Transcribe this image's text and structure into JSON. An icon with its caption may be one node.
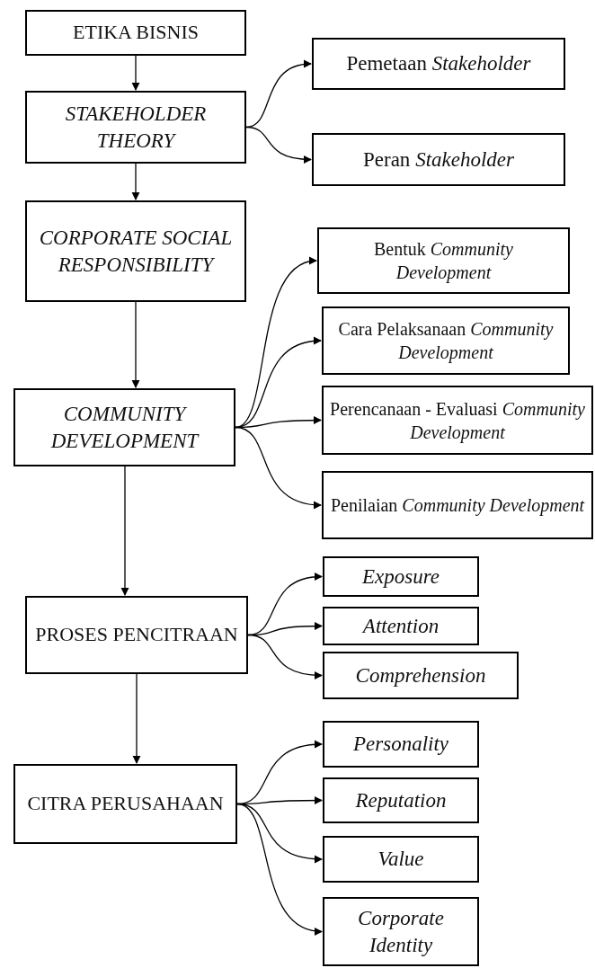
{
  "diagram": {
    "nodes": [
      {
        "text": [
          "ETIKA BISNIS"
        ]
      },
      {
        "text": [
          "STAKEHOLDER THEORY"
        ]
      },
      {
        "text": [
          "Pemetaan *Stakeholder*"
        ]
      },
      {
        "text": [
          "Peran *Stakeholder*"
        ]
      },
      {
        "text": [
          "CORPORATE SOCIAL RESPONSIBILITY"
        ]
      },
      {
        "text": [
          "COMMUNITY DEVELOPMENT"
        ]
      },
      {
        "text": [
          "Bentuk *Community Development*"
        ]
      },
      {
        "text": [
          "Cara Pelaksanaan *Community Development*"
        ]
      },
      {
        "text": [
          "Perencanaan - Evaluasi *Community Development*"
        ]
      },
      {
        "text": [
          "Penilaian *Community Development*"
        ]
      },
      {
        "text": [
          "PROSES PENCITRAAN"
        ]
      },
      {
        "text": [
          "Exposure"
        ]
      },
      {
        "text": [
          "Attention"
        ]
      },
      {
        "text": [
          "Comprehension"
        ]
      },
      {
        "text": [
          "CITRA PERUSAHAAN"
        ]
      },
      {
        "text": [
          "Personality"
        ]
      },
      {
        "text": [
          "Reputation"
        ]
      },
      {
        "text": [
          "Value"
        ]
      },
      {
        "text": [
          "Corporate Identity"
        ]
      }
    ],
    "edges": [
      {
        "from": 0,
        "to": 1,
        "arrow": "to"
      },
      {
        "from": 1,
        "to": 2,
        "arrow": "to"
      },
      {
        "from": 1,
        "to": 3,
        "arrow": "to"
      },
      {
        "from": 1,
        "to": 4,
        "arrow": "to"
      },
      {
        "from": 4,
        "to": 5,
        "arrow": "to"
      },
      {
        "from": 5,
        "to": 6,
        "arrow": "to"
      },
      {
        "from": 5,
        "to": 7,
        "arrow": "to"
      },
      {
        "from": 5,
        "to": 8,
        "arrow": "to"
      },
      {
        "from": 5,
        "to": 9,
        "arrow": "to"
      },
      {
        "from": 5,
        "to": 10,
        "arrow": "to"
      },
      {
        "from": 10,
        "to": 11,
        "arrow": "to"
      },
      {
        "from": 10,
        "to": 12,
        "arrow": "to"
      },
      {
        "from": 10,
        "to": 13,
        "arrow": "to"
      },
      {
        "from": 10,
        "to": 14,
        "arrow": "to"
      },
      {
        "from": 14,
        "to": 15,
        "arrow": "to"
      },
      {
        "from": 14,
        "to": 16,
        "arrow": "to"
      },
      {
        "from": 14,
        "to": 17,
        "arrow": "to"
      },
      {
        "from": 14,
        "to": 18,
        "arrow": "to"
      }
    ]
  }
}
